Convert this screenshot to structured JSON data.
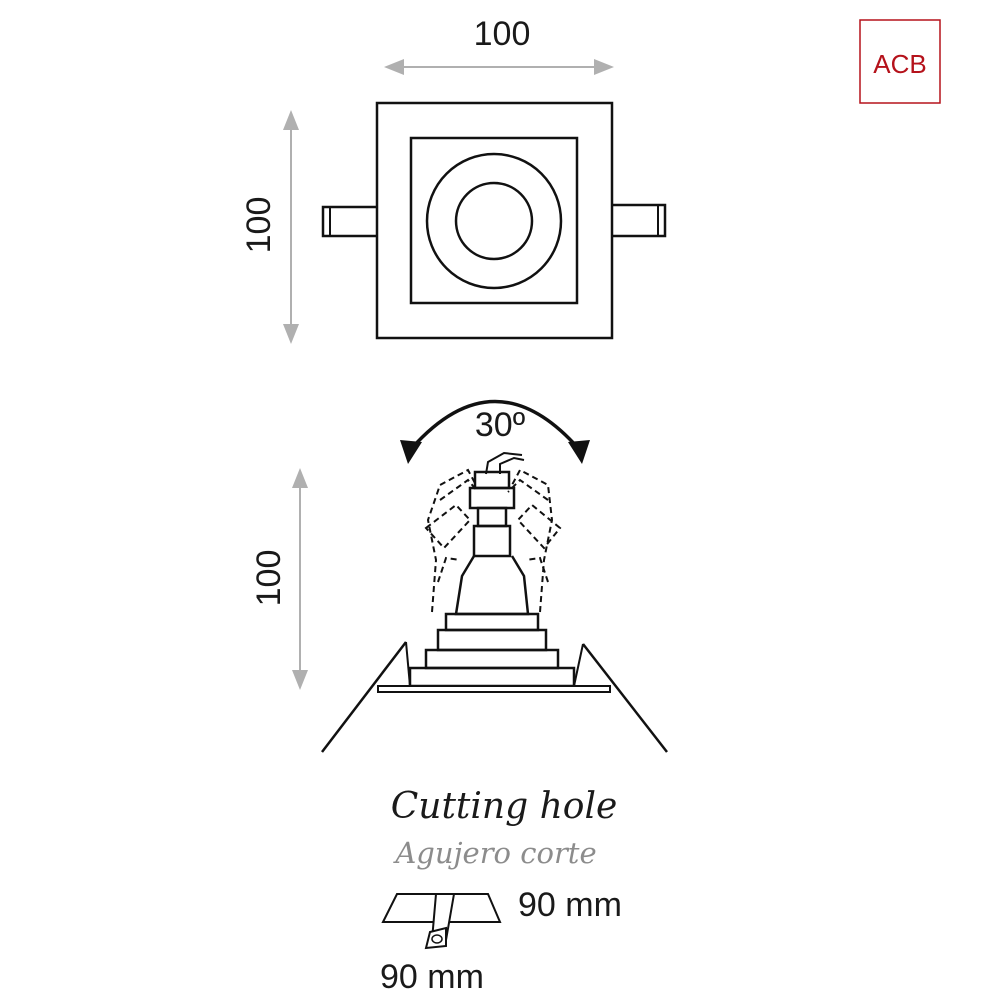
{
  "brand": {
    "name": "ACB",
    "color": "#b5121b"
  },
  "top_view": {
    "width_label": "100",
    "height_label": "100"
  },
  "side_view": {
    "tilt_label": "30º",
    "height_label": "100"
  },
  "cutting_hole": {
    "title": "Cutting hole",
    "subtitle": "Agujero corte",
    "dim_width_label": "90 mm",
    "dim_depth_label": "90 mm"
  },
  "colors": {
    "line": "#111111",
    "dimension": "#b0b0b0",
    "subtitle": "#8c8c8c"
  }
}
